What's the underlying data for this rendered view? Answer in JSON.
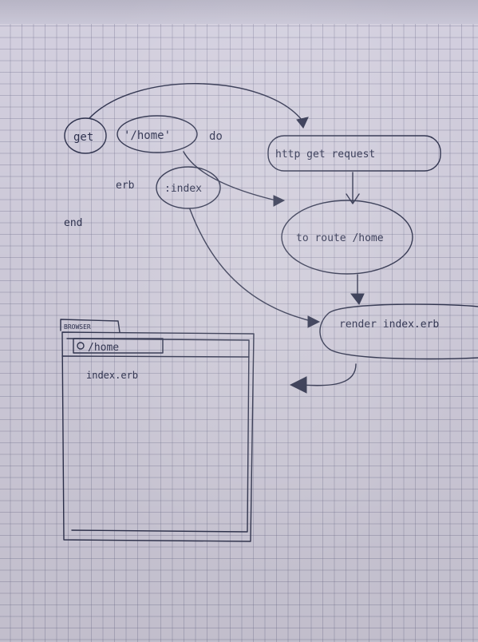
{
  "code": {
    "get": "get",
    "route": "'/home'",
    "do_kw": "do",
    "erb_kw": "erb",
    "index_sym": ":index",
    "end_kw": "end"
  },
  "flow": {
    "request": "http get request",
    "route": "to route /home",
    "render": "render index.erb"
  },
  "browser": {
    "tab_label": "BROWSER",
    "address": "/home",
    "content": "index.erb"
  }
}
